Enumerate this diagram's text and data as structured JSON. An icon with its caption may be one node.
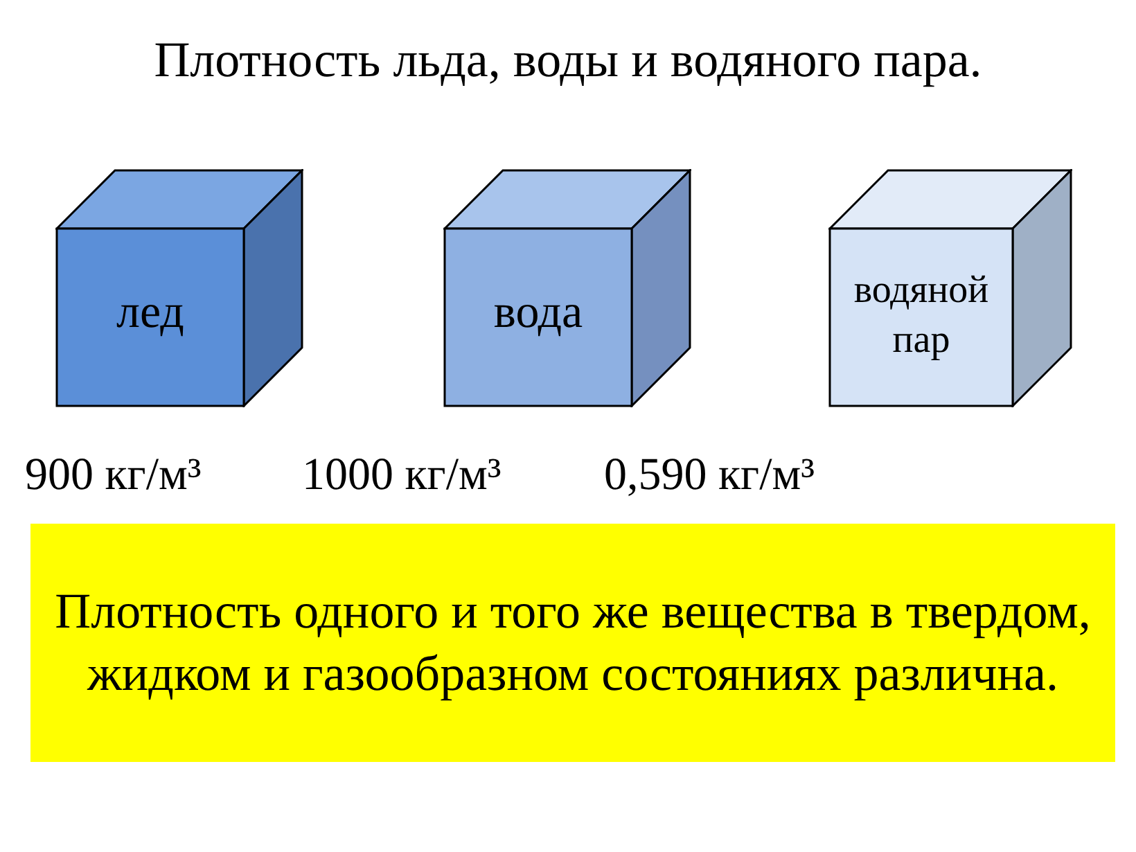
{
  "diagram": {
    "title": "Плотность льда, воды и водяного пара.",
    "nodes": [
      {
        "text": [
          "лед"
        ],
        "beside": [
          "900 кг/м³"
        ]
      },
      {
        "text": [
          "вода"
        ],
        "beside": [
          "1000 кг/м³"
        ]
      },
      {
        "text": [
          "водяной пар"
        ],
        "beside": [
          "0,590 кг/м³"
        ]
      },
      {
        "text": [
          "Плотность одного и того же вещества в твердом, жидком и газообразном состояниях различна."
        ]
      }
    ],
    "edges": []
  }
}
